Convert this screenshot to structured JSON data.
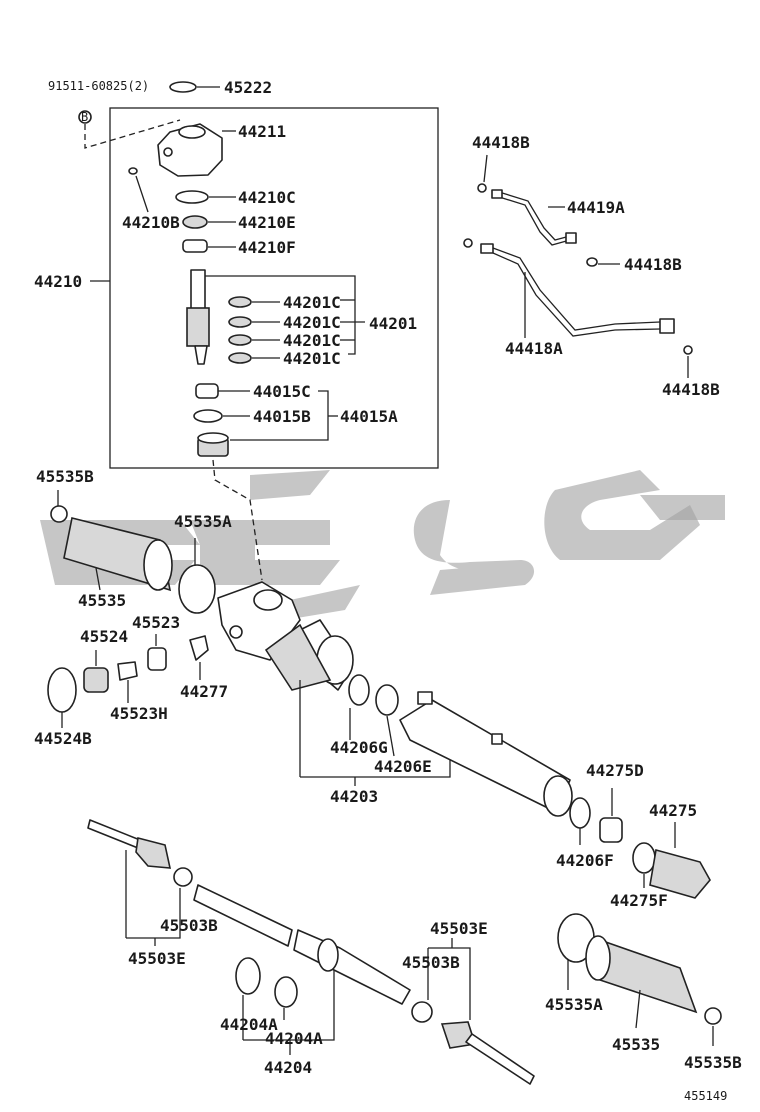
{
  "diagram": {
    "figure_number": "455149",
    "watermark": "",
    "labels": {
      "bolt_spec": "91511-60825(2)",
      "bolt_letter": "B",
      "p45222": "45222",
      "p44211": "44211",
      "p44210c": "44210C",
      "p44210b": "44210B",
      "p44210e": "44210E",
      "p44210f": "44210F",
      "p44210": "44210",
      "p44201c_1": "44201C",
      "p44201c_2": "44201C",
      "p44201c_3": "44201C",
      "p44201c_4": "44201C",
      "p44201": "44201",
      "p44015c": "44015C",
      "p44015b": "44015B",
      "p44015a": "44015A",
      "p44418b_1": "44418B",
      "p44419a": "44419A",
      "p44418b_2": "44418B",
      "p44418a": "44418A",
      "p44418b_3": "44418B",
      "p45535b_l": "45535B",
      "p45535a_l": "45535A",
      "p45535_l": "45535",
      "p45524": "45524",
      "p45523": "45523",
      "p44277": "44277",
      "p44524b": "44524B",
      "p45523h": "45523H",
      "p44206g": "44206G",
      "p44206e": "44206E",
      "p44203": "44203",
      "p44275d": "44275D",
      "p44275": "44275",
      "p44206f": "44206F",
      "p44275f": "44275F",
      "p45503b_l": "45503B",
      "p45503e_l": "45503E",
      "p45503e_r": "45503E",
      "p45503b_r": "45503B",
      "p44204a_1": "44204A",
      "p44204a_2": "44204A",
      "p44204": "44204",
      "p45535a_r": "45535A",
      "p45535_r": "45535",
      "p45535b_r": "45535B"
    }
  }
}
